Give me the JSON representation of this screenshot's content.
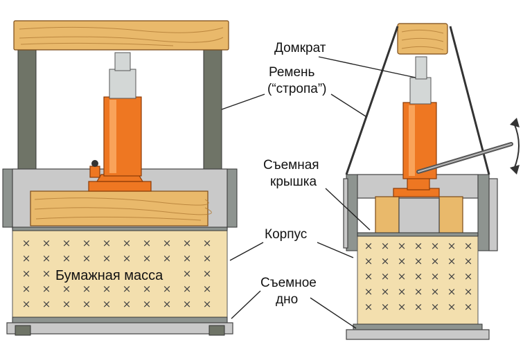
{
  "labels": {
    "jack": "Домкрат",
    "strap_line1": "Ремень",
    "strap_line2": "(“стропа”)",
    "lid_line1": "Съемная",
    "lid_line2": "крышка",
    "body": "Корпус",
    "paper_mass": "Бумажная масса",
    "bottom_line1": "Съемное",
    "bottom_line2": "дно"
  },
  "symbols": {
    "x_mark": "×"
  },
  "icons": {
    "rotation_arrow": "curved-double-arrow-icon"
  }
}
